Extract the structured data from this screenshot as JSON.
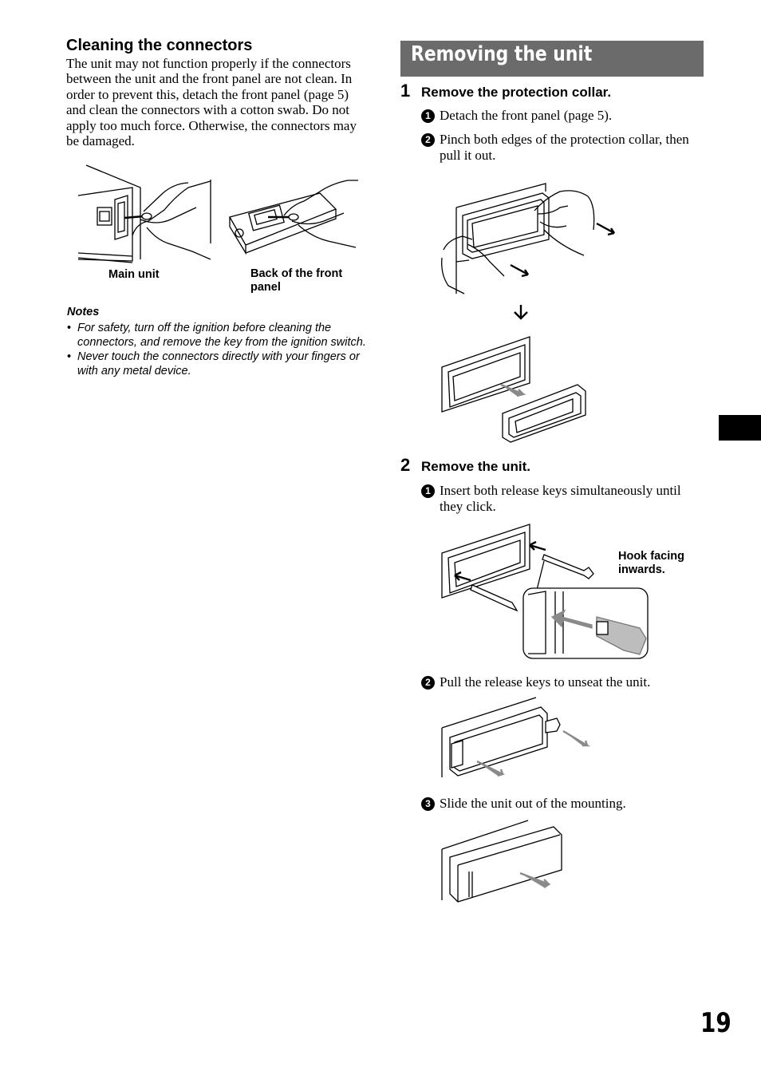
{
  "left": {
    "heading": "Cleaning the connectors",
    "paragraph": "The unit may not function properly if the connectors between the unit and the front panel are not clean. In order to prevent this, detach the front panel (page 5) and clean the connectors with a cotton swab. Do not apply too much force. Otherwise, the connectors may be damaged.",
    "caption_main_unit": "Main unit",
    "caption_back_panel": "Back of the front panel",
    "notes_title": "Notes",
    "notes": [
      "For safety, turn off the ignition before cleaning the connectors, and remove the key from the ignition switch.",
      "Never touch the connectors directly with your fingers or with any metal device."
    ]
  },
  "right": {
    "banner_title": "Removing the unit",
    "steps": [
      {
        "number": "1",
        "title": "Remove the protection collar.",
        "substeps": [
          {
            "marker": "1",
            "text": "Detach the front panel (page 5)."
          },
          {
            "marker": "2",
            "text": "Pinch both edges of the protection collar, then pull it out."
          }
        ]
      },
      {
        "number": "2",
        "title": "Remove the unit.",
        "substeps": [
          {
            "marker": "1",
            "text": "Insert both release keys simultaneously until they click."
          },
          {
            "marker": "2",
            "text": "Pull the release keys to unseat the unit."
          },
          {
            "marker": "3",
            "text": "Slide the unit out of the mounting."
          }
        ]
      }
    ],
    "hook_label": "Hook facing inwards."
  },
  "page_number": "19"
}
